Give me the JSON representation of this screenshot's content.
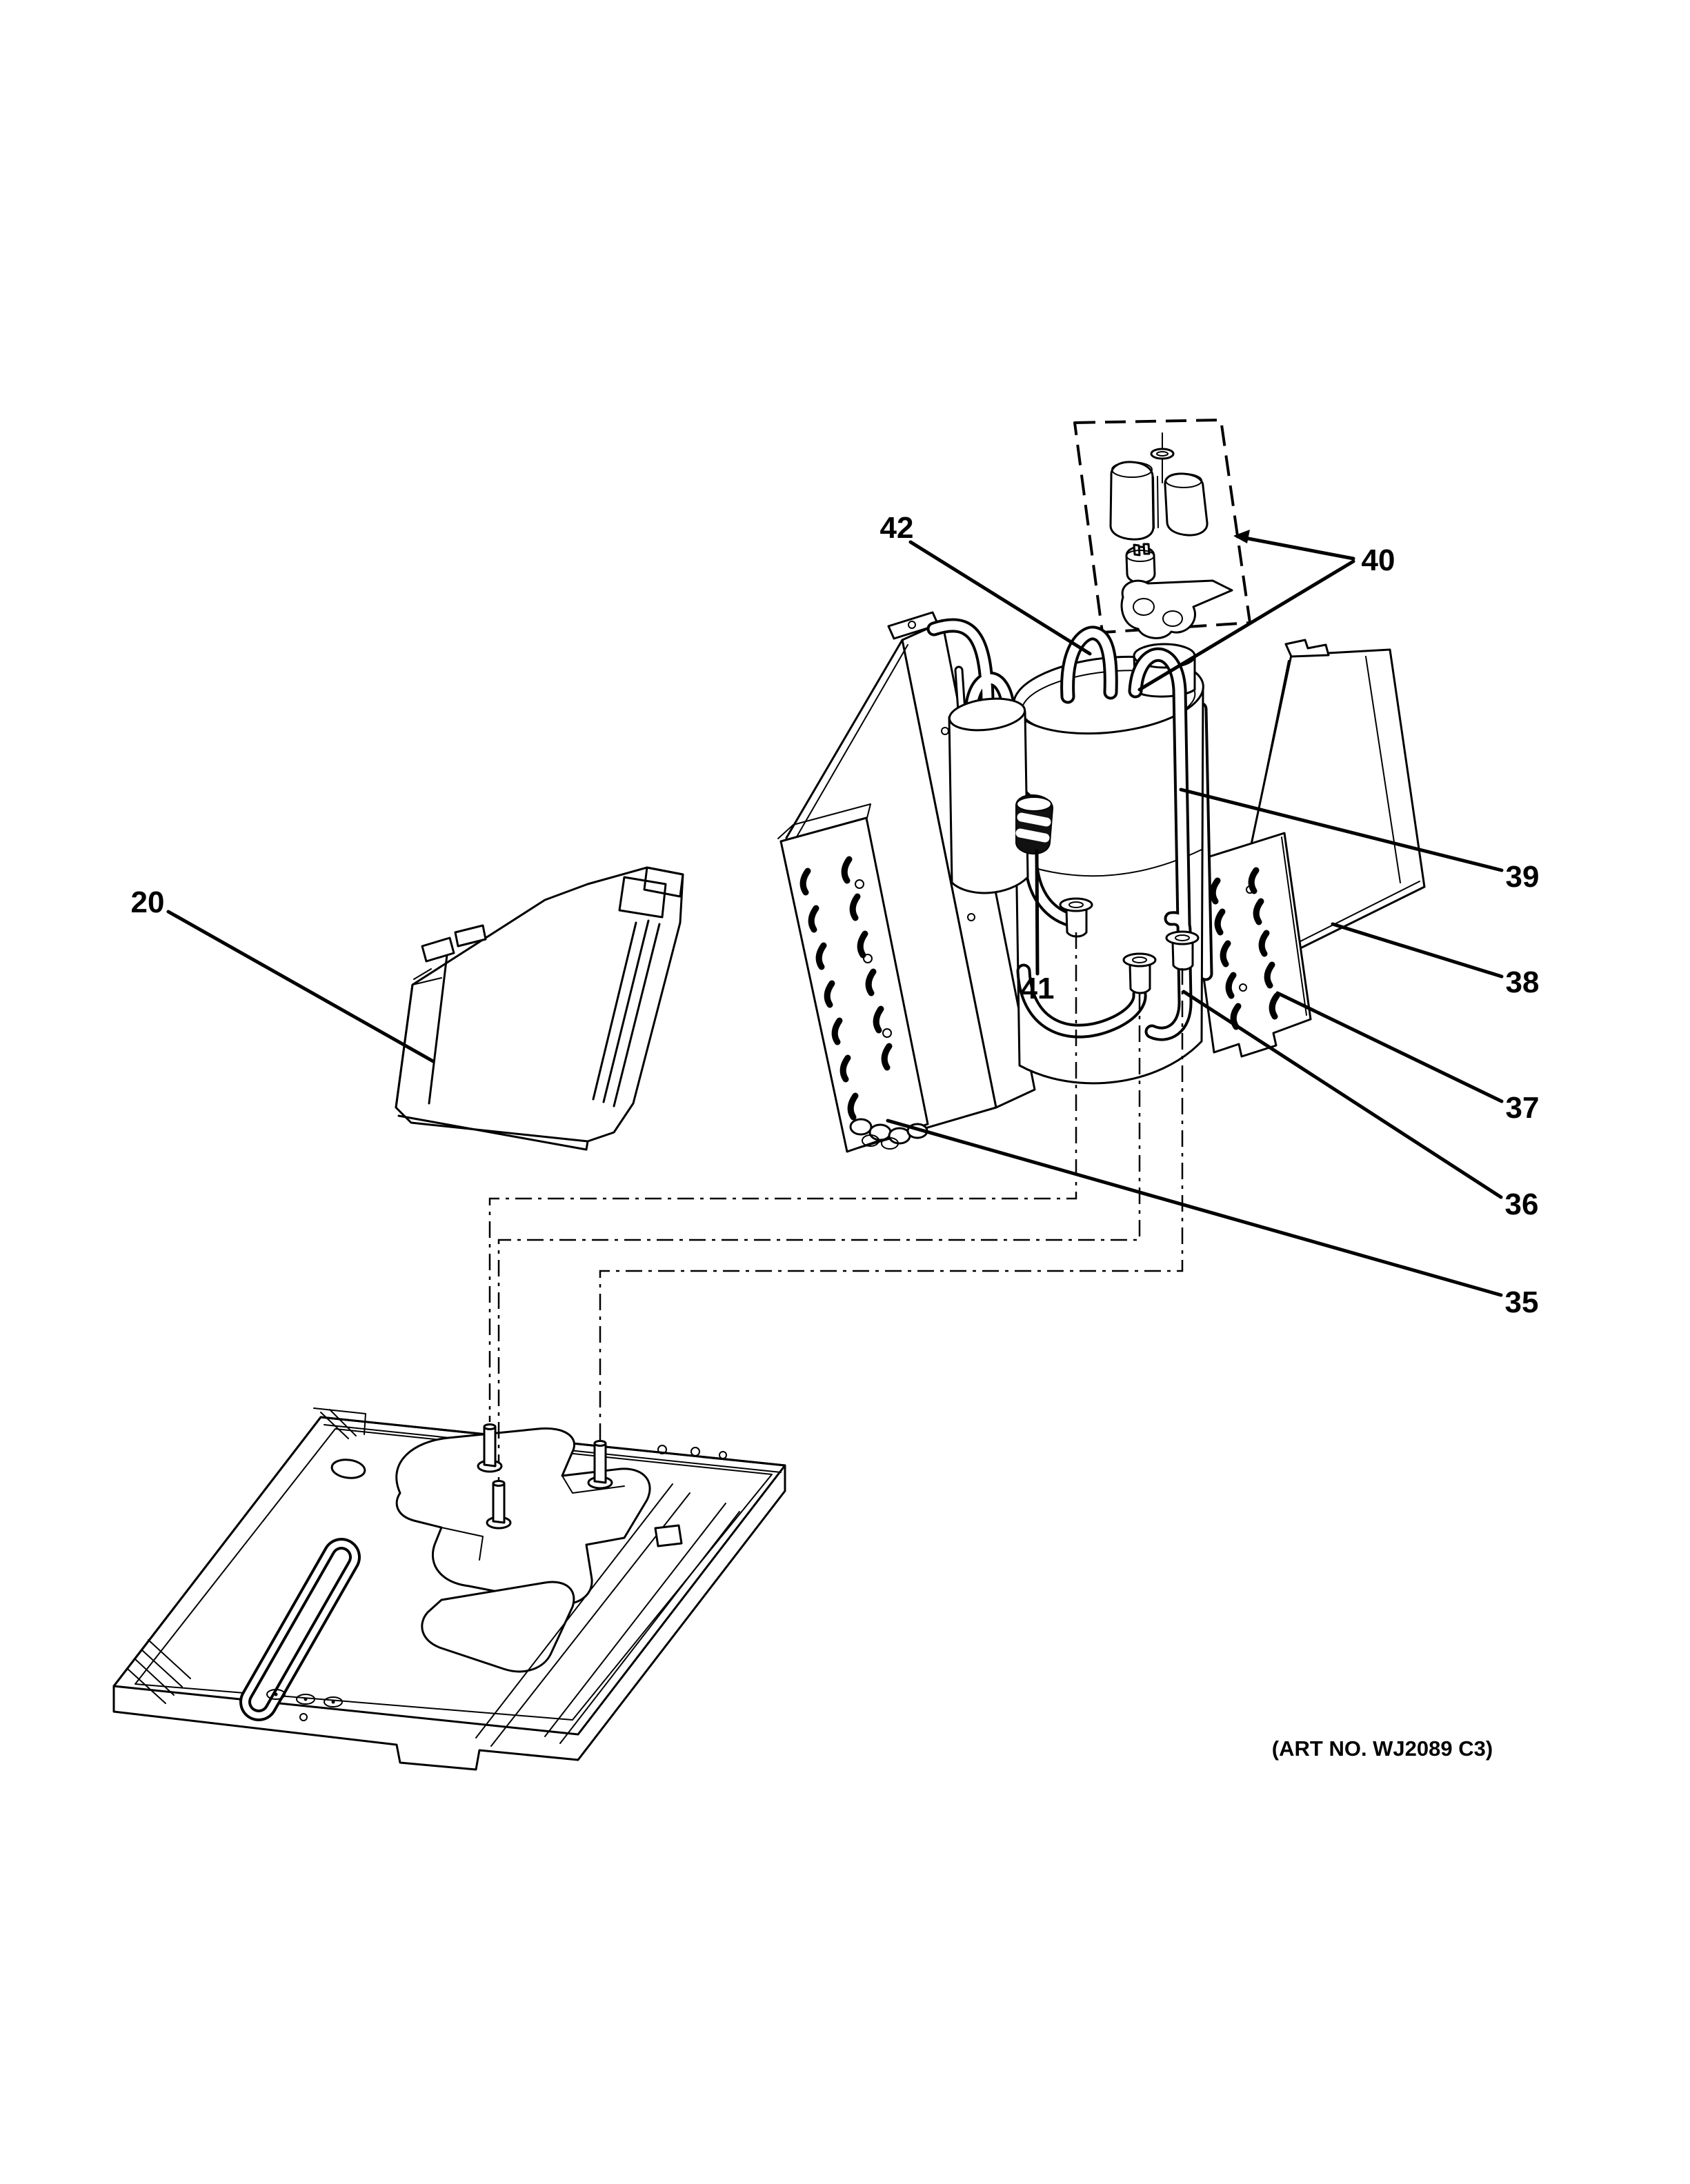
{
  "figure": {
    "type": "exploded-parts-diagram",
    "art_no": "(ART NO. WJ2089 C3)",
    "ink_color": "#000000",
    "background_color": "#ffffff"
  },
  "callouts": {
    "c20": {
      "label": "20"
    },
    "c35": {
      "label": "35"
    },
    "c36": {
      "label": "36"
    },
    "c37": {
      "label": "37"
    },
    "c38": {
      "label": "38"
    },
    "c39": {
      "label": "39"
    },
    "c40": {
      "label": "40"
    },
    "c41": {
      "label": "41"
    },
    "c42": {
      "label": "42"
    }
  }
}
